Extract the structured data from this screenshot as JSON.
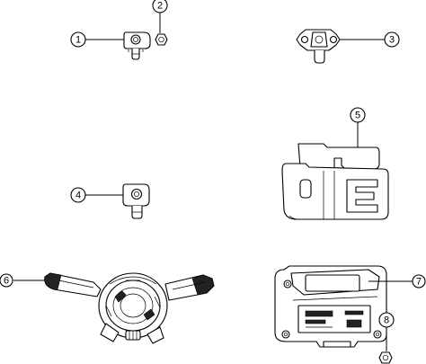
{
  "callouts": [
    {
      "id": 1,
      "label": "1"
    },
    {
      "id": 2,
      "label": "2"
    },
    {
      "id": 3,
      "label": "3"
    },
    {
      "id": 4,
      "label": "4"
    },
    {
      "id": 5,
      "label": "5"
    },
    {
      "id": 6,
      "label": "6"
    },
    {
      "id": 7,
      "label": "7"
    },
    {
      "id": 8,
      "label": "8"
    }
  ],
  "parts": [
    {
      "id": 1,
      "icon": "side-impact-sensor-icon"
    },
    {
      "id": 2,
      "icon": "nut-icon"
    },
    {
      "id": 3,
      "icon": "impact-sensor-icon"
    },
    {
      "id": 4,
      "icon": "side-impact-sensor-icon"
    },
    {
      "id": 5,
      "icon": "mounting-bracket-icon"
    },
    {
      "id": 6,
      "icon": "clockspring-switch-icon"
    },
    {
      "id": 7,
      "icon": "airbag-control-module-icon"
    },
    {
      "id": 8,
      "icon": "nut-icon"
    }
  ]
}
